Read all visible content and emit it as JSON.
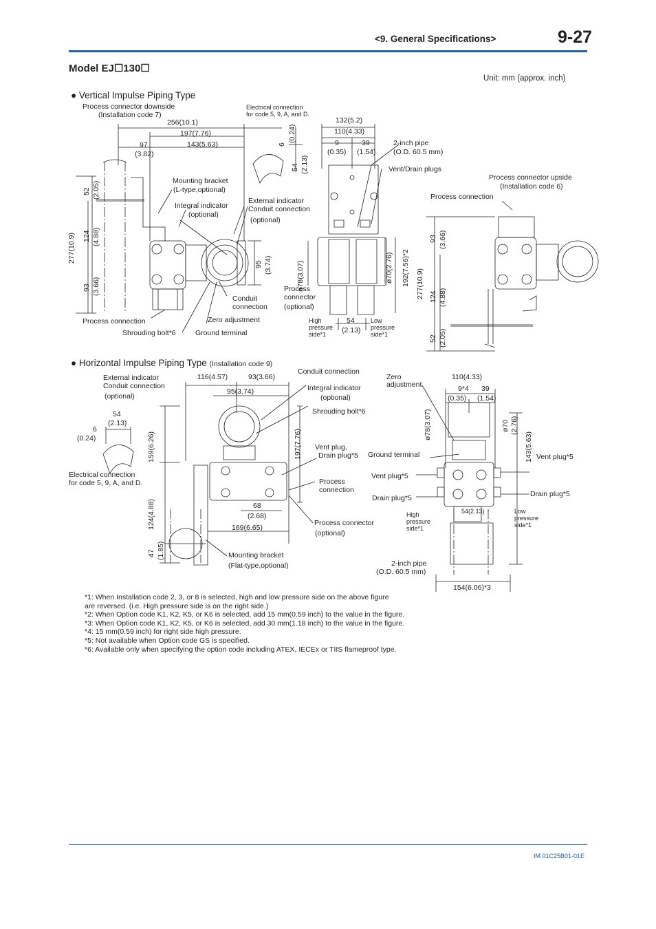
{
  "header": {
    "section_title": "<9.  General Specifications>",
    "page_number": "9-27"
  },
  "model_title": "Model EJ☐130☐",
  "unit_note": "Unit: mm (approx. inch)",
  "vertical": {
    "title": "● Vertical Impulse Piping Type",
    "labels": {
      "proc_downside": "Process connector downside",
      "inst7": "(Installation code 7)",
      "elec_conn": "Electrical connection",
      "elec_code": "for code 5, 9, A, and D.",
      "mount_bracket": "Mounting bracket",
      "mount_l": "(L-type,optional)",
      "integral_ind": "Integral indicator",
      "optional": "(optional)",
      "ext_ind": "External indicator",
      "conduit_conn": "Conduit connection",
      "optional2": "(optional)",
      "conduit": "Conduit",
      "connection": "connection",
      "proc_conn": "Process connection",
      "zero_adj": "Zero adjustment",
      "shroud": "Shrouding bolt*6",
      "ground": "Ground terminal",
      "pipe": "2-inch pipe",
      "pipe_od": "(O.D. 60.5 mm)",
      "vent_drain": "Vent/Drain plugs",
      "proc_connector": "Process",
      "proc_connector2": "connector",
      "proc_connector3": "(optional)",
      "high": "High",
      "pressure": "pressure",
      "side": "side*1",
      "low": "Low",
      "pressure2": "pressure",
      "side2": "side*1",
      "proc_upside": "Process connector upside",
      "inst6": "(Installation code 6)",
      "proc_conn2": "Process connection"
    },
    "dims": {
      "d256": "256(10.1)",
      "d197": "197(7.76)",
      "d97": "97",
      "d382": "(3.82)",
      "d143": "143(5.63)",
      "d132": "132(5.2)",
      "d110": "110(4.33)",
      "d9": "9",
      "d035": "(0.35)",
      "d39": "39",
      "d154": "(1.54)",
      "d54": "54",
      "d213": "(2.13)",
      "v52": "52",
      "v205": "(2.05)",
      "v124": "124",
      "v488": "(4.88)",
      "v277": "277(10.9)",
      "v93": "93",
      "v366": "(3.66)",
      "v95": "95",
      "v374": "(3.74)",
      "v6": "6",
      "v024": "(0.24)",
      "v54": "54",
      "v213": "(2.13)",
      "v78": "ø78(3.07)",
      "v70": "ø70(2.76)",
      "v192": "192(7.56)*2",
      "r277": "277(10.9)",
      "r93": "93",
      "r366": "(3.66)",
      "r124": "124",
      "r488": "(4.88)",
      "r52": "52",
      "r205": "(2.05)"
    }
  },
  "horizontal": {
    "title": "● Horizontal Impulse Piping Type",
    "title_note": "(Installation code 9)",
    "labels": {
      "ext_ind": "External indicator",
      "conduit_conn": "Conduit connection",
      "optional": "(optional)",
      "conduit_conn2": "Conduit connection",
      "integral_ind": "Integral indicator",
      "optional2": "(optional)",
      "shroud": "Shrouding bolt*6",
      "elec_conn": "Electrical connection",
      "elec_code": "for code 5, 9, A, and D.",
      "vent_plug": "Vent plug,",
      "drain_plug": "Drain plug*5",
      "process": "Process",
      "connection": "connection",
      "proc_connector": "Process connector",
      "optional3": "(optional)",
      "mount_bracket": "Mounting bracket",
      "mount_flat": "(Flat-type,optional)",
      "zero": "Zero",
      "adjustment": "adjustment",
      "ground": "Ground terminal",
      "vent_plug5": "Vent plug*5",
      "drain_plug5": "Drain plug*5",
      "vent_plug5r": "Vent plug*5",
      "drain_plug5r": "Drain plug*5",
      "high": "High",
      "pressure": "pressure",
      "side": "side*1",
      "low": "Low",
      "pressure2": "pressure",
      "side2": "side*1",
      "pipe": "2-inch pipe",
      "pipe_od": "(O.D. 60.5 mm)"
    },
    "dims": {
      "d116": "116(4.57)",
      "d93": "93(3.66)",
      "d95": "95(3.74)",
      "d54": "54",
      "d213": "(2.13)",
      "d6": "6",
      "d024": "(0.24)",
      "d68": "68",
      "d268": "(2.68)",
      "d169": "169(6.65)",
      "d110": "110(4.33)",
      "d9": "9*4",
      "d035": "(0.35)",
      "d39": "39",
      "d154": "(1.54)",
      "d54b": "54(2.13)",
      "d154w": "154(6.06)*3",
      "v159": "159(6.26)",
      "v124": "124(4.88)",
      "v47": "47",
      "v185": "(1.85)",
      "v197": "197(7.76)",
      "v78": "ø78(3.07)",
      "v70": "ø70",
      "v276": "(2.76)",
      "v143": "143(5.63)"
    }
  },
  "notes": [
    "*1:  When Installation code 2, 3, or 8 is selected, high and low pressure side on the above figure",
    "       are reversed.   (i.e.  High pressure side is on the right side.)",
    "*2:  When Option code K1, K2, K5, or K6 is selected, add 15 mm(0.59 inch) to the value in the figure.",
    "*3:  When Option code K1, K2, K5, or K6 is selected, add 30 mm(1.18 inch) to the value in the figure.",
    "*4:  15 mm(0.59 inch) for right side high pressure.",
    "*5:  Not available when Option code GS is specified.",
    "*6:  Available only when specifying the option code including ATEX, IECEx or TIIS flameproof type."
  ],
  "footer": {
    "doc_id": "IM 01C25B01-01E"
  },
  "colors": {
    "accent": "#1f5fa8",
    "ink": "#231f20"
  }
}
